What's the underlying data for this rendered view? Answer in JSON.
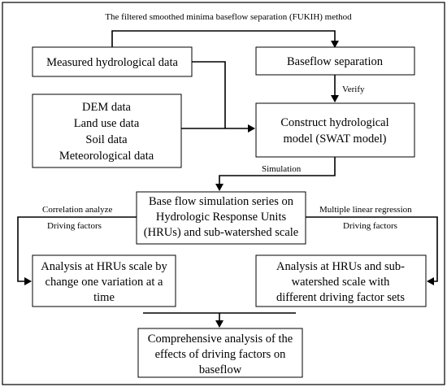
{
  "diagram": {
    "boxes": {
      "measured": "Measured hydrological data",
      "baseflow_sep": "Baseflow separation",
      "inputs": [
        "DEM data",
        "Land use data",
        "Soil data",
        "Meteorological data"
      ],
      "construct": [
        "Construct hydrological",
        "model (SWAT model)"
      ],
      "simulation_series": [
        "Base flow simulation series on",
        "Hydrologic Response Units",
        "(HRUs) and sub-watershed scale"
      ],
      "analysis_left": [
        "Analysis at HRUs scale by",
        "change one variation at a",
        "time"
      ],
      "analysis_right": [
        "Analysis at HRUs and sub-",
        "watershed scale with",
        "different driving factor sets"
      ],
      "comprehensive": [
        "Comprehensive analysis of the",
        "effects of  driving factors on",
        "baseflow"
      ]
    },
    "labels": {
      "fukih": "The filtered smoothed minima baseflow separation (FUKIH) method",
      "verify": "Verify",
      "simulation": "Simulation",
      "correlation": "Correlation analyze",
      "driving_left": "Driving factors",
      "regression": "Multiple linear regression",
      "driving_right": "Driving factors"
    }
  }
}
